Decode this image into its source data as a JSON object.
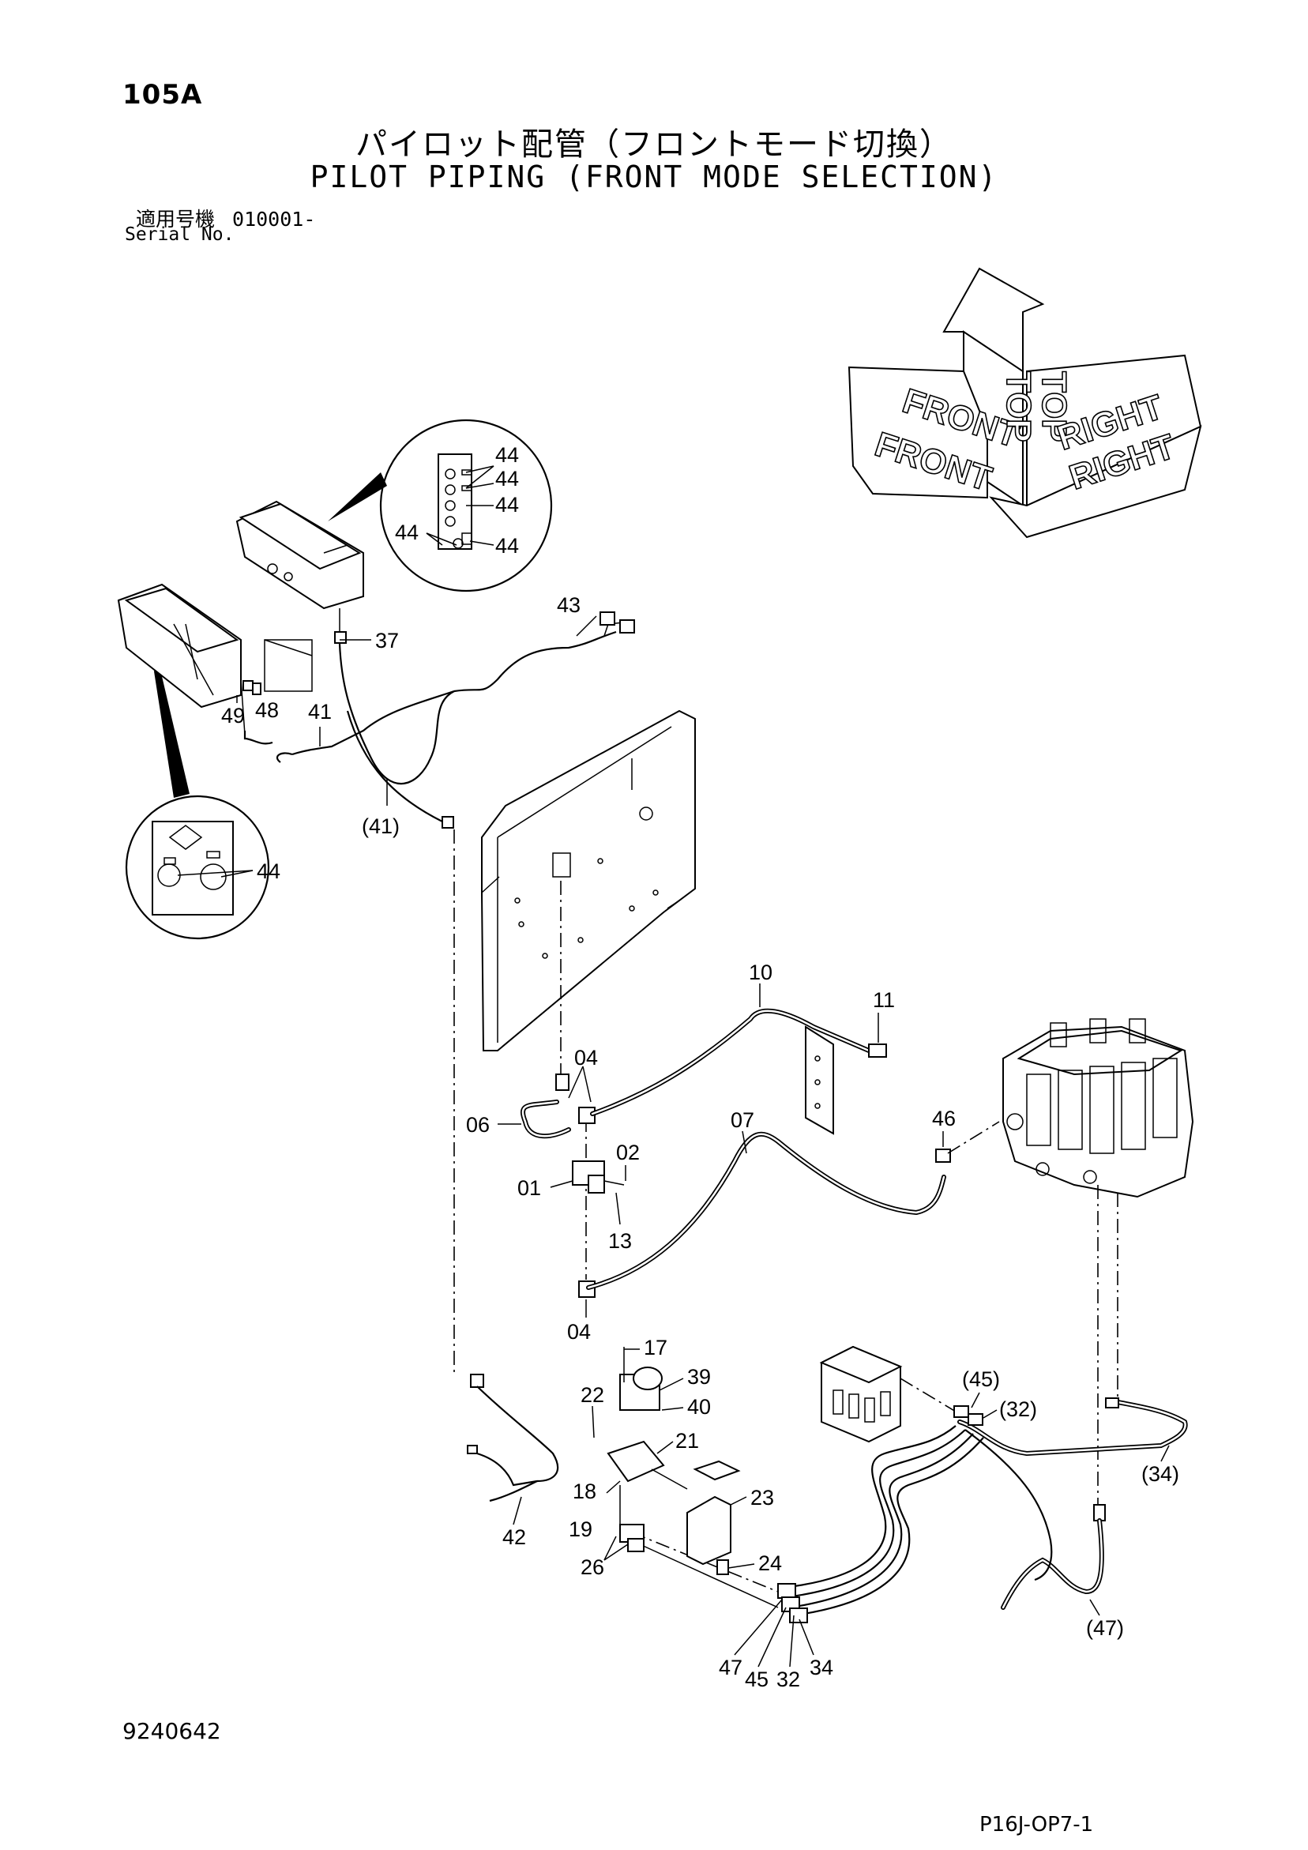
{
  "header": {
    "page_id": "105A",
    "title_ja": "パイロット配管（フロントモード切換）",
    "title_en": "PILOT PIPING (FRONT MODE SELECTION)",
    "serial_label_ja": "適用号機",
    "serial_number": "010001-",
    "serial_label_en": "Serial No."
  },
  "orientation": {
    "top": "TOP",
    "front": "FRONT",
    "right": "RIGHT"
  },
  "callouts": {
    "c01": "01",
    "c02": "02",
    "c04a": "04",
    "c04b": "04",
    "c06": "06",
    "c07": "07",
    "c10": "10",
    "c11": "11",
    "c13": "13",
    "c17": "17",
    "c18": "18",
    "c19": "19",
    "c21": "21",
    "c22": "22",
    "c23": "23",
    "c24": "24",
    "c26": "26",
    "c32": "32",
    "c32p": "(32)",
    "c34": "34",
    "c34p": "(34)",
    "c37": "37",
    "c39": "39",
    "c40": "40",
    "c41": "41",
    "c41p": "(41)",
    "c42": "42",
    "c43": "43",
    "c44a": "44",
    "c44b": "44",
    "c44c": "44",
    "c44d": "44",
    "c44e": "44",
    "c44f": "44",
    "c45": "45",
    "c45p": "(45)",
    "c46": "46",
    "c47": "47",
    "c47p": "(47)",
    "c48": "48",
    "c49": "49"
  },
  "footer": {
    "doc_number": "9240642",
    "sheet_code": "P16J-OP7-1"
  }
}
